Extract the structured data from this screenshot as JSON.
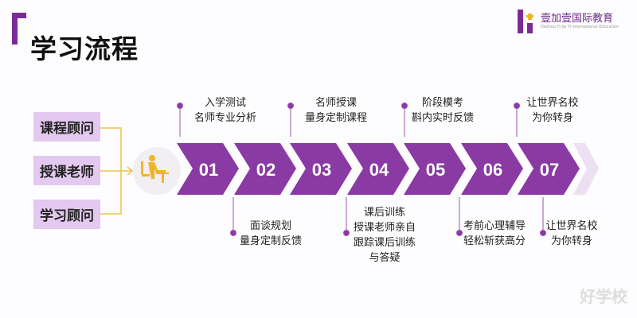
{
  "title": "学习流程",
  "logo": {
    "name": "壹加壹国际教育",
    "subtitle": "Dezhou Yi Jia Yi International Education"
  },
  "roles": [
    "课程顾问",
    "授课老师",
    "学习顾问"
  ],
  "steps": [
    "01",
    "02",
    "03",
    "04",
    "05",
    "06",
    "07"
  ],
  "top_labels": [
    {
      "step": "01",
      "lines": [
        "入学测试",
        "名师专业分析"
      ]
    },
    {
      "step": "03",
      "lines": [
        "名师授课",
        "量身定制课程"
      ]
    },
    {
      "step": "05",
      "lines": [
        "阶段模考",
        "斟内实时反馈"
      ]
    },
    {
      "step": "07",
      "lines": [
        "让世界名校",
        "为你转身"
      ]
    }
  ],
  "bottom_labels": [
    {
      "step": "02",
      "lines": [
        "面谈规划",
        "量身定制反馈"
      ]
    },
    {
      "step": "04",
      "lines": [
        "课后训练",
        "授课老师亲自",
        "跟踪课后训练",
        "与答疑"
      ]
    },
    {
      "step": "06",
      "lines": [
        "考前心理辅导",
        "轻松斩获高分"
      ]
    },
    {
      "step": "07",
      "lines": [
        "让世界名校",
        "为你转身"
      ]
    }
  ],
  "watermark": "好学校",
  "colors": {
    "purple": "#8a3aa3",
    "role_bg": "#e3c8f0",
    "accent": "#f0b429"
  }
}
